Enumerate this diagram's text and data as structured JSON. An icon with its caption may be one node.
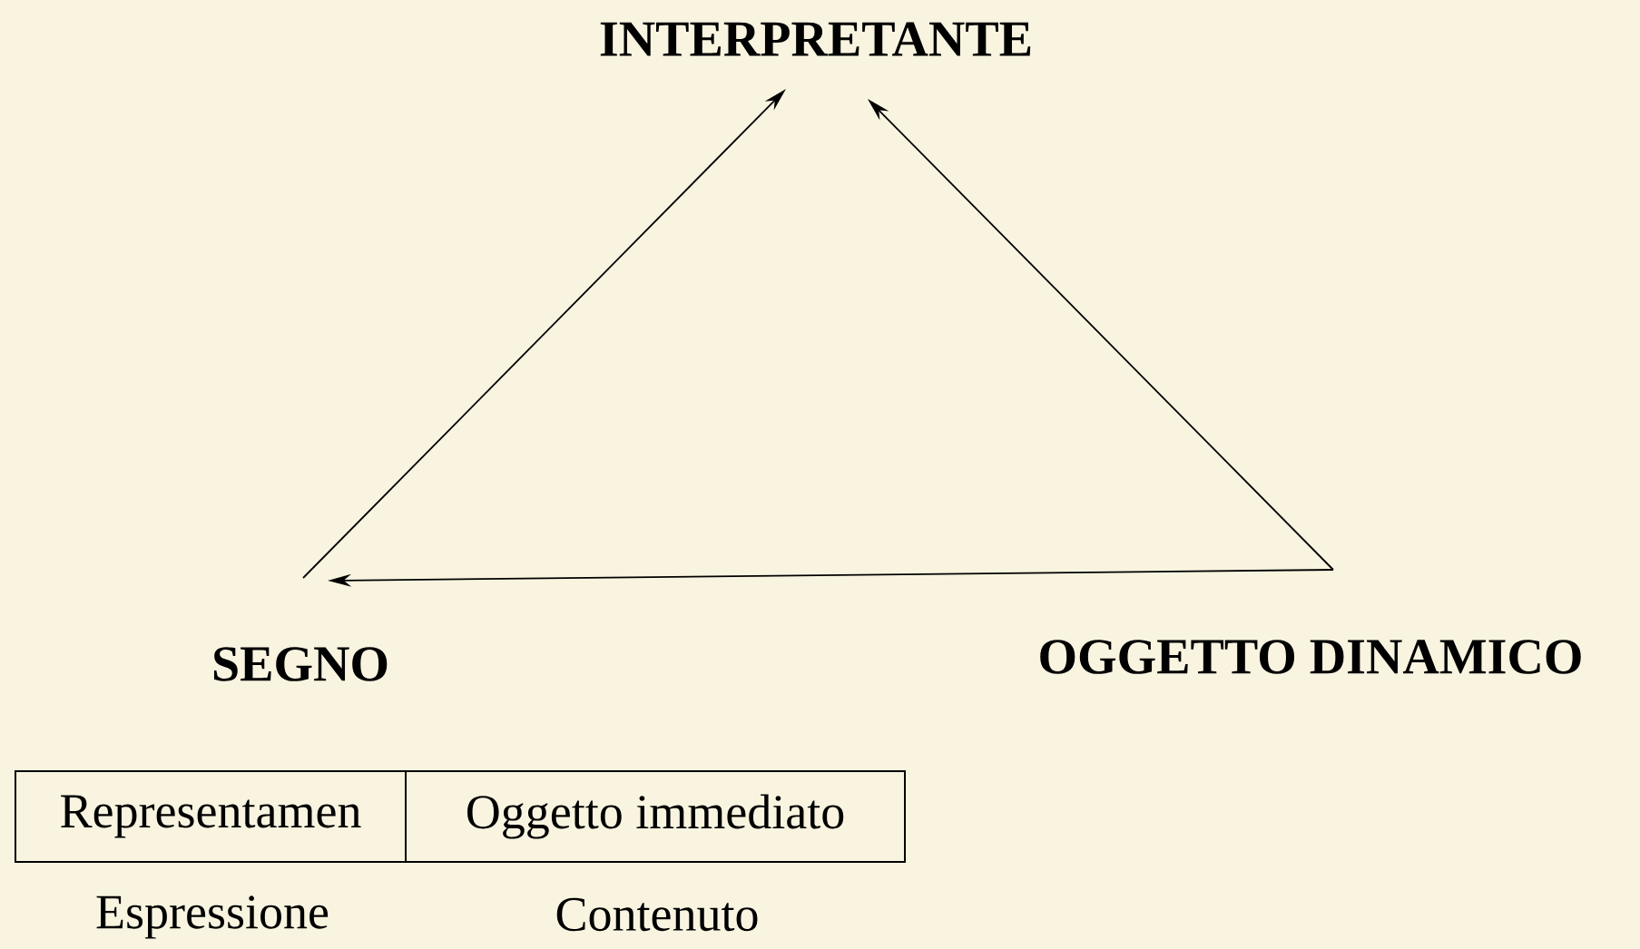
{
  "diagram": {
    "nodes": [
      {
        "text": [
          "INTERPRETANTE"
        ]
      },
      {
        "text": [
          "SEGNO"
        ]
      },
      {
        "text": [
          "OGGETTO DINAMICO"
        ]
      },
      {
        "text": [
          "Representamen"
        ]
      },
      {
        "text": [
          "Oggetto immediato"
        ]
      }
    ],
    "edges": [
      {
        "from": 1,
        "to": 0,
        "arrow": "to"
      },
      {
        "from": 2,
        "to": 0,
        "arrow": "to"
      },
      {
        "from": 2,
        "to": 1,
        "arrow": "to"
      }
    ],
    "labels": [
      "Espressione",
      "Contenuto"
    ]
  }
}
